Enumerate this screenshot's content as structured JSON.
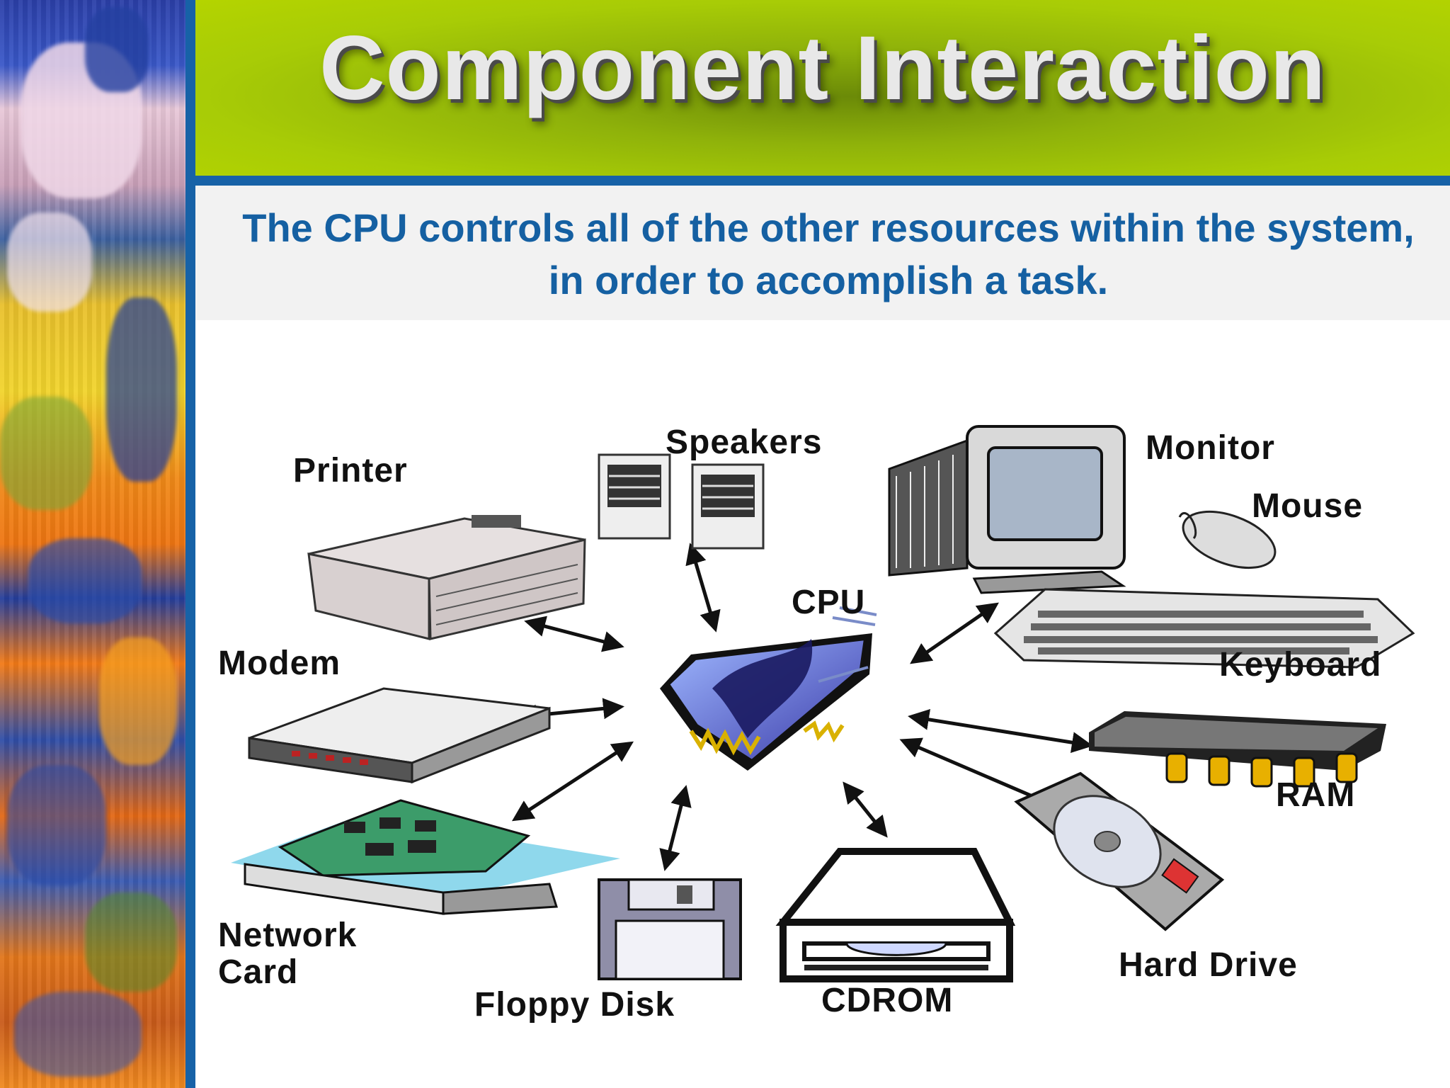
{
  "slide": {
    "title": "Component Interaction",
    "subtitle": "The CPU controls all of the other resources within the system, in order to accomplish a task."
  },
  "diagram": {
    "center": "CPU",
    "labels": {
      "printer": "Printer",
      "speakers": "Speakers",
      "monitor": "Monitor",
      "mouse": "Mouse",
      "keyboard": "Keyboard",
      "modem": "Modem",
      "ram": "RAM",
      "network_card_line1": "Network",
      "network_card_line2": "Card",
      "floppy_disk": "Floppy Disk",
      "cdrom": "CDROM",
      "hard_drive": "Hard Drive"
    }
  },
  "colors": {
    "title_band": "#a8cc06",
    "rule_blue": "#1762a7",
    "subtitle_text": "#1560a2"
  }
}
